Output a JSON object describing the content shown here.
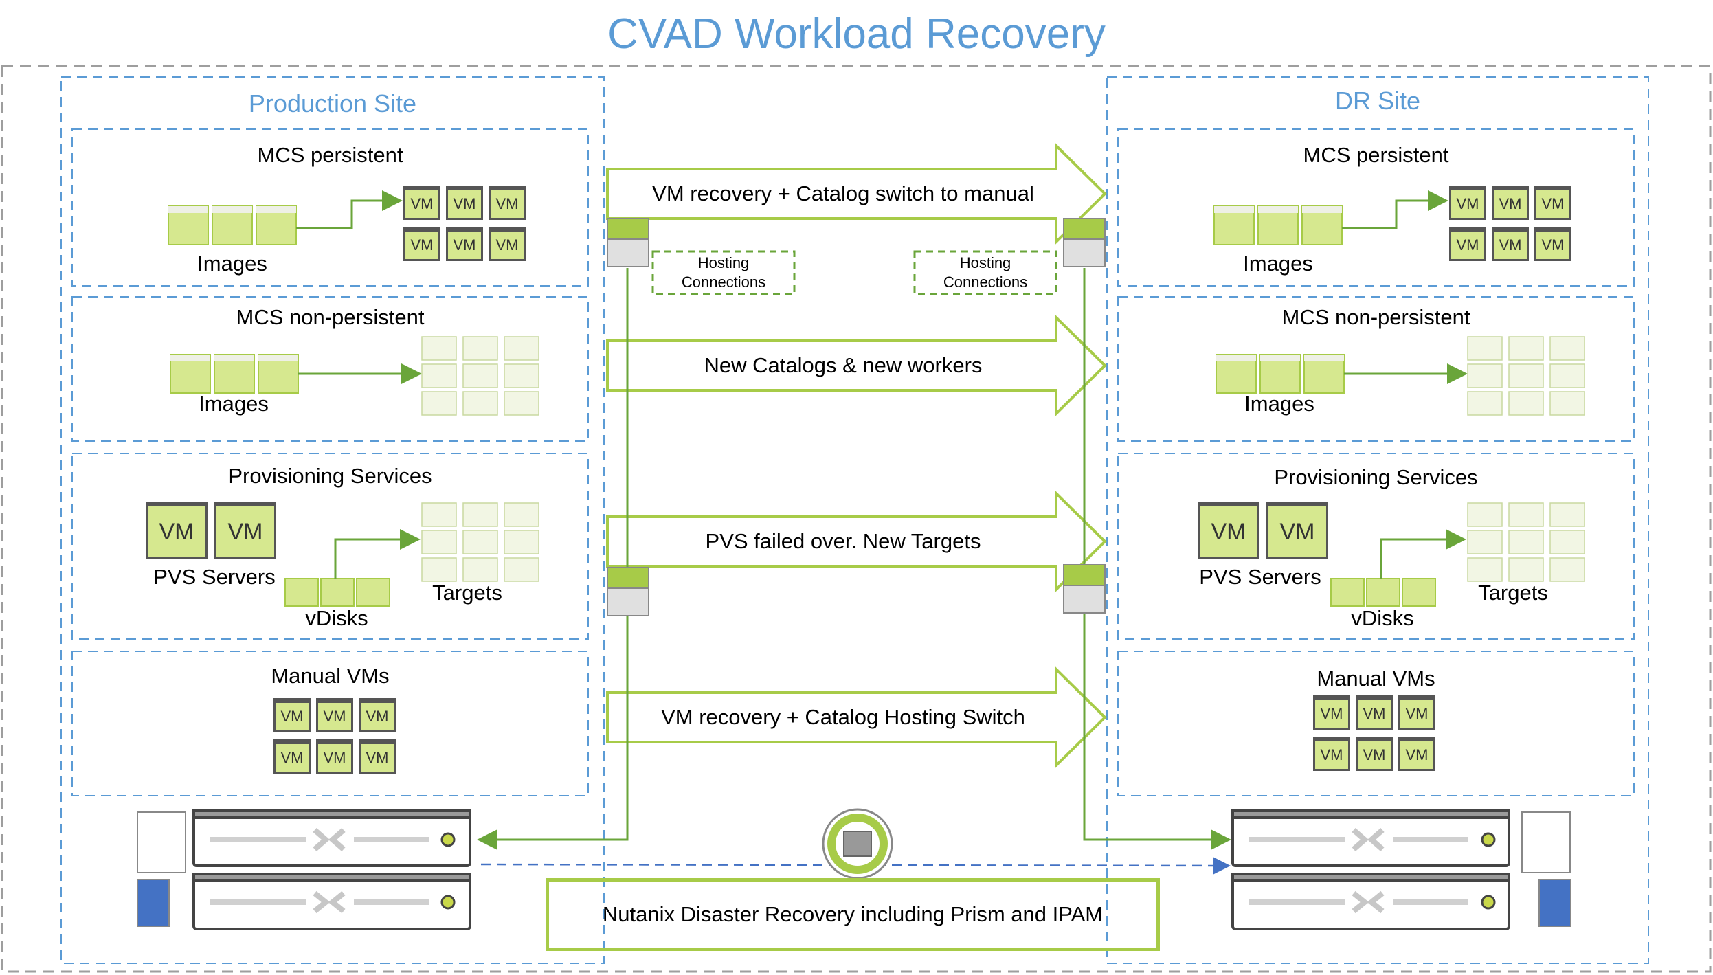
{
  "title": "CVAD Workload Recovery",
  "production_site": {
    "title": "Production Site",
    "sections": {
      "mcs_persistent": {
        "title": "MCS persistent",
        "images_label": "Images"
      },
      "mcs_nonpersistent": {
        "title": "MCS non-persistent",
        "images_label": "Images"
      },
      "pvs": {
        "title": "Provisioning Services",
        "servers_label": "PVS Servers",
        "vdisks_label": "vDisks",
        "targets_label": "Targets"
      },
      "manual": {
        "title": "Manual VMs"
      }
    }
  },
  "dr_site": {
    "title": "DR Site",
    "sections": {
      "mcs_persistent": {
        "title": "MCS persistent",
        "images_label": "Images"
      },
      "mcs_nonpersistent": {
        "title": "MCS non-persistent",
        "images_label": "Images"
      },
      "pvs": {
        "title": "Provisioning Services",
        "servers_label": "PVS Servers",
        "vdisks_label": "vDisks",
        "targets_label": "Targets"
      },
      "manual": {
        "title": "Manual VMs"
      }
    }
  },
  "flows": [
    "VM recovery + Catalog switch to manual",
    "New Catalogs & new workers",
    "PVS failed over. New Targets",
    "VM recovery + Catalog Hosting Switch"
  ],
  "hosting": {
    "left": [
      "Hosting",
      "Connections"
    ],
    "right": [
      "Hosting",
      "Connections"
    ]
  },
  "vm_label": "VM",
  "nutanix": "Nutanix Disaster Recovery including Prism and IPAM",
  "colors": {
    "accent_blue": "#5b9bd5",
    "green": "#a7cb48",
    "vm_fill": "#d6e88f",
    "dark_green": "#6aa53a"
  }
}
